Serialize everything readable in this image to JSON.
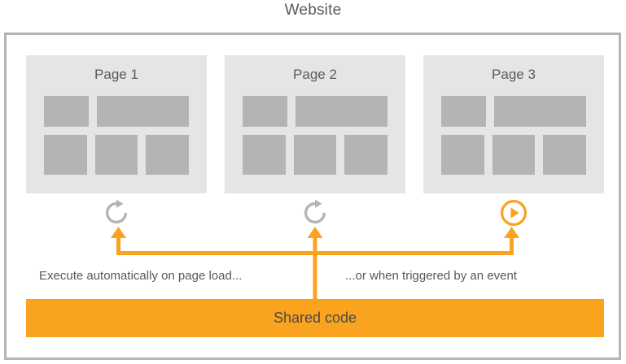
{
  "diagram": {
    "title": "Website",
    "colors": {
      "accent_orange": "#faa31e",
      "frame_gray": "#b4b4b4",
      "card_bg": "#e5e5e5",
      "block_gray": "#b4b4b4",
      "text_gray": "#58595b"
    },
    "pages": [
      {
        "title": "Page 1",
        "trigger_icon": "refresh-icon"
      },
      {
        "title": "Page 2",
        "trigger_icon": "refresh-icon"
      },
      {
        "title": "Page 3",
        "trigger_icon": "play-circle-icon"
      }
    ],
    "captions": {
      "left": "Execute automatically on page load...",
      "right": "...or when triggered by an event"
    },
    "shared_code": {
      "label": "Shared code"
    }
  }
}
